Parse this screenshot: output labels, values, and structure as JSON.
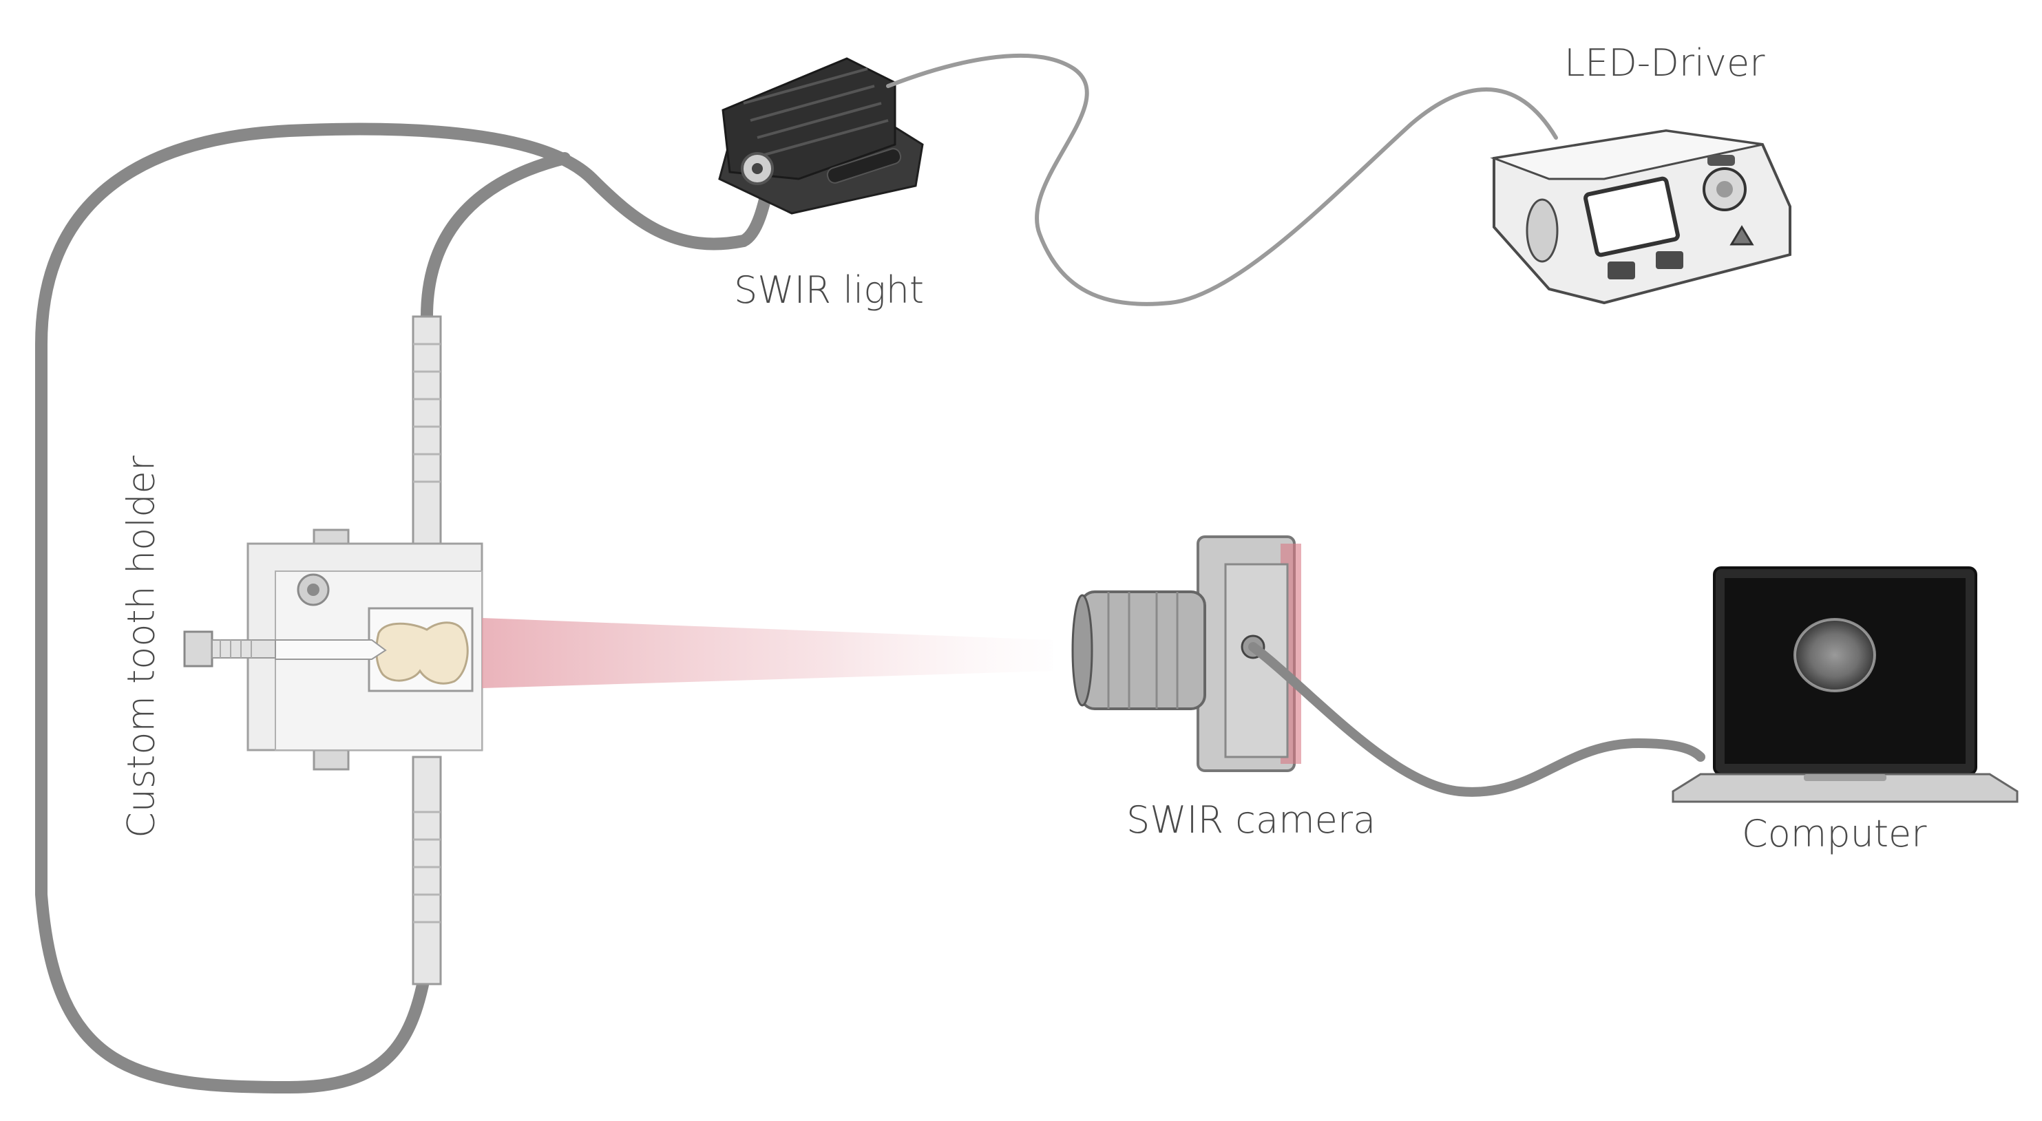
{
  "labels": {
    "led_driver": "LED-Driver",
    "swir_light": "SWIR light",
    "swir_camera": "SWIR camera",
    "computer": "Computer",
    "tooth_holder": "Custom tooth holder"
  },
  "colors": {
    "cable": "#8a8a8a",
    "beam": "#e8a0a8",
    "text": "#4a4a4a",
    "device_dark": "#2f2f2f",
    "screen": "#1a1a1a",
    "holder": "#ececec"
  }
}
